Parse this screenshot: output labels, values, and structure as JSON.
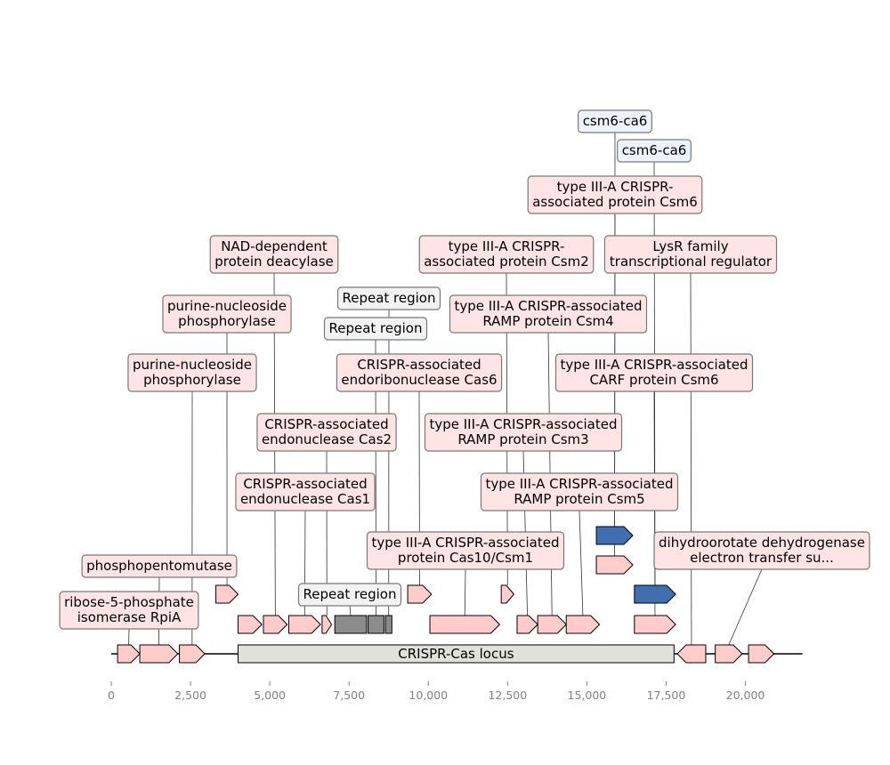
{
  "figure": {
    "axis": {
      "min": 0,
      "max": 21800,
      "ticks": [
        0,
        2500,
        5000,
        7500,
        10000,
        12500,
        15000,
        17500,
        20000
      ],
      "tick_labels": [
        "0",
        "2,500",
        "5,000",
        "7,500",
        "10,000",
        "12,500",
        "15,000",
        "17,500",
        "20,000"
      ]
    },
    "colors": {
      "cds": "#ffcccc",
      "cds_label_bg": "#ffe4e6",
      "repeat": "#8c8c8c",
      "repeat_label_bg": "#f2f2f2",
      "highlight": "#3f6faf",
      "highlight_label_bg": "#eef3fb",
      "locus": "#e0e0dc"
    },
    "locus": {
      "start": 4000,
      "end": 17750,
      "label": "CRISPR-Cas locus"
    },
    "features": [
      {
        "kind": "cds",
        "start": 200,
        "end": 900,
        "strand": 1,
        "level": 0,
        "label": "ribose-5-phosphate\nisomerase RpiA"
      },
      {
        "kind": "cds",
        "start": 900,
        "end": 2100,
        "strand": 1,
        "level": 0,
        "label": "phosphopentomutase"
      },
      {
        "kind": "cds",
        "start": 2150,
        "end": 2950,
        "strand": 1,
        "level": 0,
        "label": "purine-nucleoside\nphosphorylase"
      },
      {
        "kind": "cds",
        "start": 3300,
        "end": 4000,
        "strand": 1,
        "level": 2,
        "label": "purine-nucleoside\nphosphorylase"
      },
      {
        "kind": "cds",
        "start": 4000,
        "end": 4750,
        "strand": 1,
        "level": 1,
        "label": ""
      },
      {
        "kind": "cds",
        "start": 4800,
        "end": 5550,
        "strand": 1,
        "level": 1,
        "label": "NAD-dependent\nprotein deacylase"
      },
      {
        "kind": "cds",
        "start": 5600,
        "end": 6600,
        "strand": 1,
        "level": 1,
        "label": "CRISPR-associated\nendonuclease Cas1"
      },
      {
        "kind": "cds",
        "start": 6650,
        "end": 6950,
        "strand": 1,
        "level": 1,
        "label": "CRISPR-associated\nendonuclease Cas2"
      },
      {
        "kind": "repeat",
        "start": 7050,
        "end": 8050,
        "level": 1,
        "label": "Repeat region"
      },
      {
        "kind": "repeat",
        "start": 8100,
        "end": 8600,
        "level": 1,
        "label": "Repeat region"
      },
      {
        "kind": "repeat",
        "start": 8650,
        "end": 8850,
        "level": 1,
        "label": "Repeat region"
      },
      {
        "kind": "cds",
        "start": 9350,
        "end": 10100,
        "strand": 1,
        "level": 2,
        "label": "CRISPR-associated\nendoribonuclease Cas6"
      },
      {
        "kind": "cds",
        "start": 10050,
        "end": 12250,
        "strand": 1,
        "level": 1,
        "label": "type III-A CRISPR-associated\nprotein Cas10/Csm1"
      },
      {
        "kind": "cds",
        "start": 12300,
        "end": 12700,
        "strand": 1,
        "level": 2,
        "label": "type III-A CRISPR-\nassociated protein Csm2"
      },
      {
        "kind": "cds",
        "start": 12800,
        "end": 13450,
        "strand": 1,
        "level": 1,
        "label": "type III-A CRISPR-associated\nRAMP protein Csm3"
      },
      {
        "kind": "cds",
        "start": 13450,
        "end": 14350,
        "strand": 1,
        "level": 1,
        "label": "type III-A CRISPR-associated\nRAMP protein Csm4"
      },
      {
        "kind": "cds",
        "start": 14350,
        "end": 15400,
        "strand": 1,
        "level": 1,
        "label": "type III-A CRISPR-associated\nRAMP protein Csm5"
      },
      {
        "kind": "cds",
        "start": 15300,
        "end": 16450,
        "strand": 1,
        "level": 3,
        "label": "type III-A CRISPR-\nassociated protein Csm6"
      },
      {
        "kind": "highlight",
        "start": 15300,
        "end": 16450,
        "strand": 1,
        "level": 4,
        "label": "csm6-ca6"
      },
      {
        "kind": "cds",
        "start": 16500,
        "end": 17800,
        "strand": 1,
        "level": 1,
        "label": "type III-A CRISPR-associated\nCARF protein Csm6"
      },
      {
        "kind": "highlight",
        "start": 16500,
        "end": 17800,
        "strand": 1,
        "level": 2,
        "label": "csm6-ca6"
      },
      {
        "kind": "cds",
        "start": 17850,
        "end": 18750,
        "strand": -1,
        "level": 0,
        "label": "LysR family\ntranscriptional regulator"
      },
      {
        "kind": "cds",
        "start": 19050,
        "end": 19900,
        "strand": 1,
        "level": 0,
        "label": "dihydroorotate dehydrogenase\nelectron transfer su..."
      },
      {
        "kind": "cds",
        "start": 20100,
        "end": 20900,
        "strand": 1,
        "level": 0,
        "label": ""
      }
    ]
  }
}
